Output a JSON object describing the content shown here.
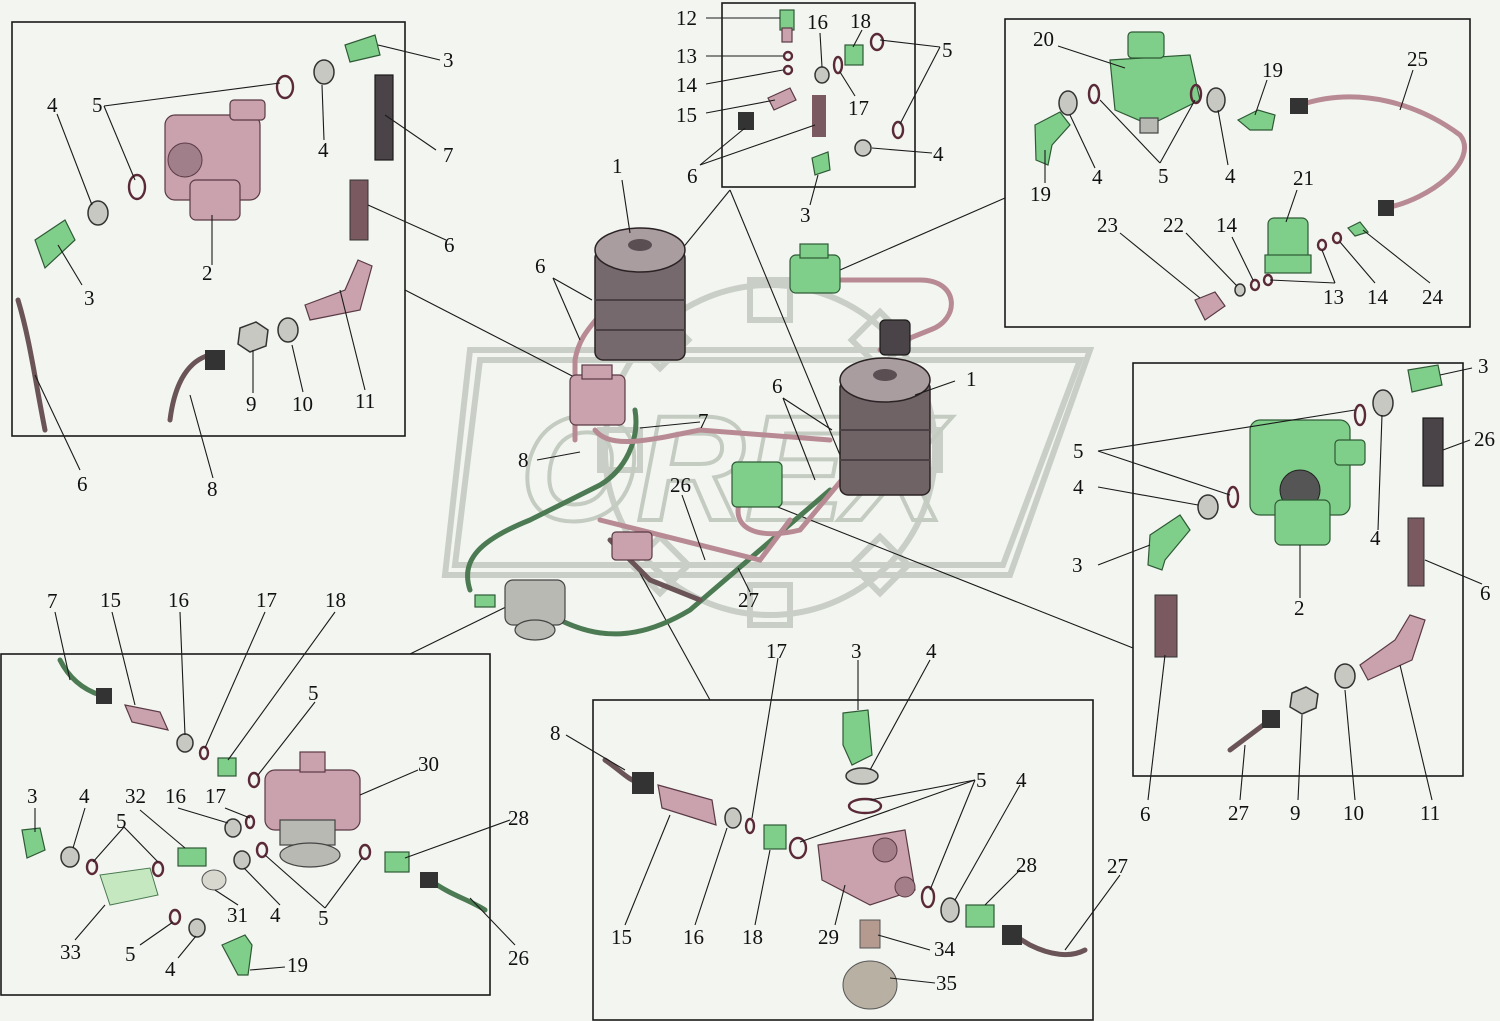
{
  "watermark": {
    "text": "ORЕХ"
  },
  "callouts": {
    "center": {
      "c1a": "1",
      "c1b": "1",
      "c6a": "6",
      "c6b": "6",
      "c7": "7",
      "c8": "8",
      "c26": "26",
      "c27": "27"
    },
    "top_left": {
      "c5": "5",
      "c4a": "4",
      "c4b": "4",
      "c3a": "3",
      "c3b": "3",
      "c7": "7",
      "c2": "2",
      "c6a": "6",
      "c6b": "6",
      "c8": "8",
      "c9": "9",
      "c10": "10",
      "c11": "11"
    },
    "top_center": {
      "c12": "12",
      "c13": "13",
      "c14": "14",
      "c15": "15",
      "c16": "16",
      "c18": "18",
      "c5": "5",
      "c17": "17",
      "c4": "4",
      "c6": "6",
      "c3": "3"
    },
    "top_right": {
      "c20": "20",
      "c19a": "19",
      "c19b": "19",
      "c25": "25",
      "c4a": "4",
      "c4b": "4",
      "c5": "5",
      "c21": "21",
      "c23": "23",
      "c22": "22",
      "c14a": "14",
      "c14b": "14",
      "c13": "13",
      "c24": "24"
    },
    "right": {
      "c3a": "3",
      "c3b": "3",
      "c26": "26",
      "c5": "5",
      "c4a": "4",
      "c4b": "4",
      "c2": "2",
      "c6a": "6",
      "c6b": "6",
      "c27": "27",
      "c9": "9",
      "c10": "10",
      "c11": "11"
    },
    "bottom_left": {
      "c7": "7",
      "c15": "15",
      "c16a": "16",
      "c17a": "17",
      "c18": "18",
      "c5a": "5",
      "c30": "30",
      "c3": "3",
      "c4a": "4",
      "c32": "32",
      "c16b": "16",
      "c17b": "17",
      "c28": "28",
      "c5b": "5",
      "c31": "31",
      "c4b": "4",
      "c5c": "5",
      "c33": "33",
      "c5d": "5",
      "c4c": "4",
      "c19": "19",
      "c26": "26"
    },
    "bottom_center": {
      "c17": "17",
      "c3": "3",
      "c4a": "4",
      "c8": "8",
      "c5": "5",
      "c4b": "4",
      "c28": "28",
      "c27": "27",
      "c15": "15",
      "c16": "16",
      "c18": "18",
      "c29": "29",
      "c34": "34",
      "c35": "35"
    }
  }
}
